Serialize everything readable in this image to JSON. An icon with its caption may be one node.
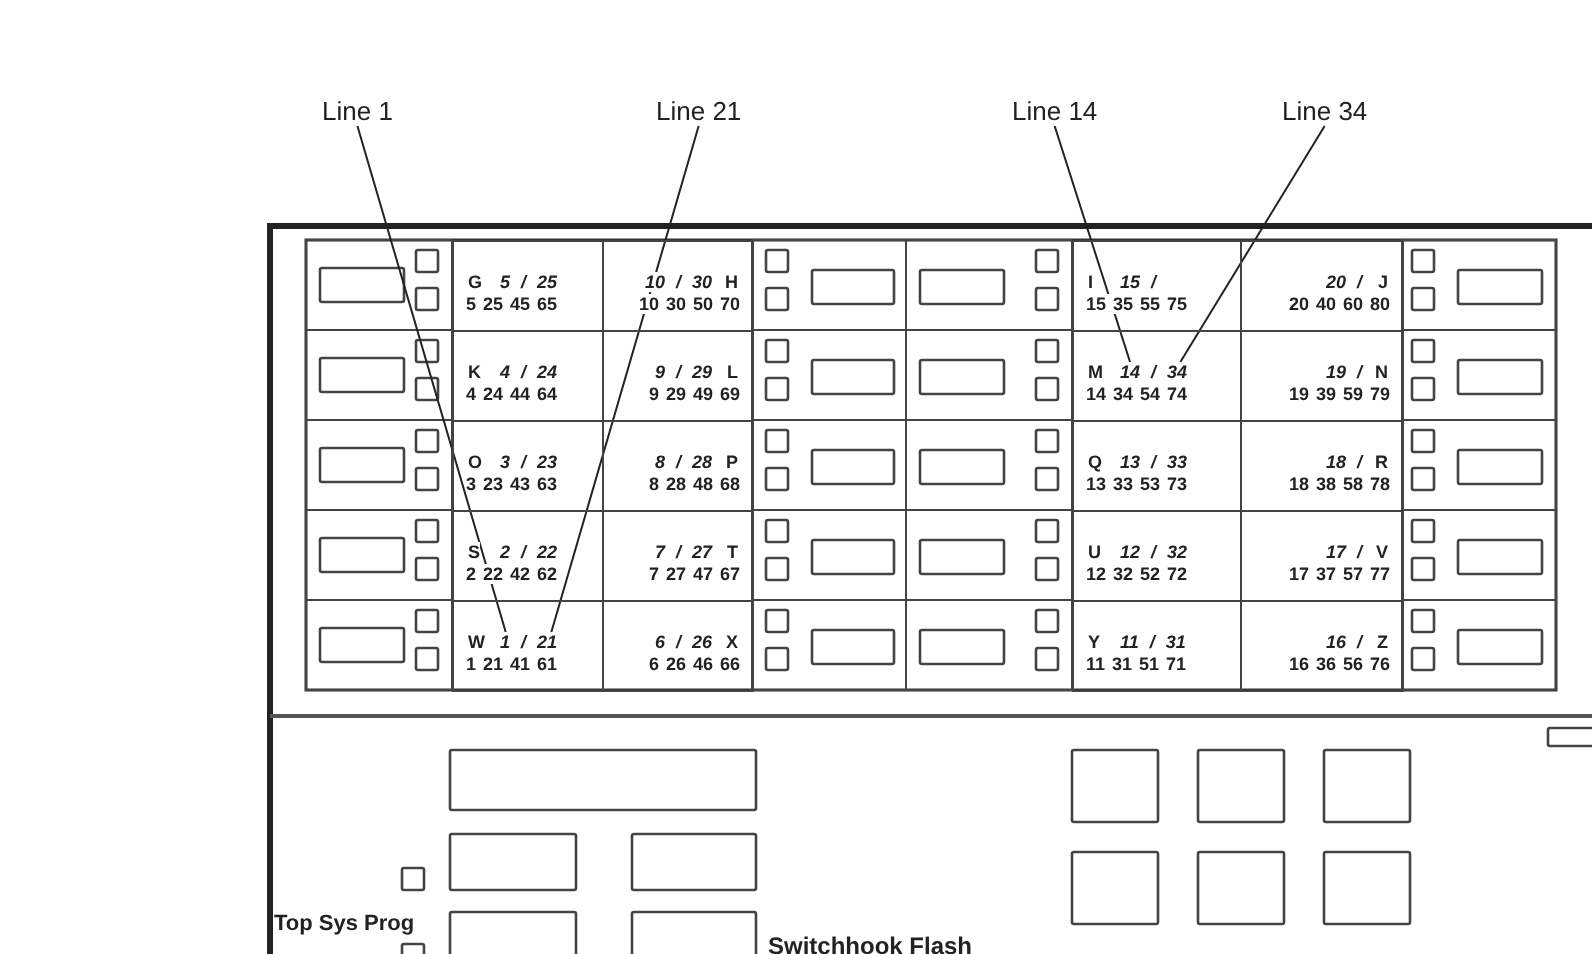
{
  "diagram": {
    "nodes": [
      {
        "text": [
          "Line 1"
        ]
      },
      {
        "text": [
          "Line 21"
        ]
      },
      {
        "text": [
          "Line 14"
        ]
      },
      {
        "text": [
          "Line 34"
        ]
      },
      {
        "text": [
          "G",
          "5 25 45 65"
        ]
      },
      {
        "text": [
          "5 / 25"
        ],
        "in": 4
      },
      {
        "text": [
          "H",
          "10 30 50 70"
        ]
      },
      {
        "text": [
          "10 / 30"
        ],
        "in": 6
      },
      {
        "text": [
          "I",
          "15 35 55 75"
        ]
      },
      {
        "text": [
          "15 /"
        ],
        "in": 8
      },
      {
        "text": [
          "J",
          "20 40 60 80"
        ]
      },
      {
        "text": [
          "20 /"
        ],
        "in": 10
      },
      {
        "text": [
          "K",
          "4 24 44 64"
        ]
      },
      {
        "text": [
          "4 / 24"
        ],
        "in": 12
      },
      {
        "text": [
          "L",
          "9 29 49 69"
        ]
      },
      {
        "text": [
          "9 / 29"
        ],
        "in": 14
      },
      {
        "text": [
          "M",
          "14 34 54 74"
        ]
      },
      {
        "text": [
          "14 / 34"
        ],
        "in": 16
      },
      {
        "text": [
          "N",
          "19 39 59 79"
        ]
      },
      {
        "text": [
          "19 /"
        ],
        "in": 18
      },
      {
        "text": [
          "O",
          "3 23 43 63"
        ]
      },
      {
        "text": [
          "3 / 23"
        ],
        "in": 20
      },
      {
        "text": [
          "P",
          "8 28 48 68"
        ]
      },
      {
        "text": [
          "8 / 28"
        ],
        "in": 22
      },
      {
        "text": [
          "Q",
          "13 33 53 73"
        ]
      },
      {
        "text": [
          "13 / 33"
        ],
        "in": 24
      },
      {
        "text": [
          "R",
          "18 38 58 78"
        ]
      },
      {
        "text": [
          "18 /"
        ],
        "in": 26
      },
      {
        "text": [
          "S",
          "2 22 42 62"
        ]
      },
      {
        "text": [
          "2 / 22"
        ],
        "in": 28
      },
      {
        "text": [
          "T",
          "7 27 47 67"
        ]
      },
      {
        "text": [
          "7 / 27"
        ],
        "in": 30
      },
      {
        "text": [
          "U",
          "12 32 52 72"
        ]
      },
      {
        "text": [
          "12 / 32"
        ],
        "in": 32
      },
      {
        "text": [
          "V",
          "17 37 57 77"
        ]
      },
      {
        "text": [
          "17 /"
        ],
        "in": 34
      },
      {
        "text": [
          "W",
          "1 21 41 61"
        ]
      },
      {
        "text": [
          "1 / 21"
        ],
        "in": 36
      },
      {
        "text": [
          "X",
          "6 26 46 66"
        ]
      },
      {
        "text": [
          "6 / 26"
        ],
        "in": 38
      },
      {
        "text": [
          "Y",
          "11 31 51 71"
        ]
      },
      {
        "text": [
          "11 / 31"
        ],
        "in": 40
      },
      {
        "text": [
          "Z",
          "16 36 56 76"
        ]
      },
      {
        "text": [
          "16 /"
        ],
        "in": 42
      }
    ],
    "edges": [
      {
        "from": 0,
        "to": 37,
        "arrow": "none"
      },
      {
        "from": 1,
        "to": 37,
        "arrow": "none"
      },
      {
        "from": 2,
        "to": 17,
        "arrow": "none"
      },
      {
        "from": 3,
        "to": 17,
        "arrow": "none"
      }
    ],
    "labels": [
      "Top Sys Prog",
      "Switchhook Flash"
    ]
  }
}
